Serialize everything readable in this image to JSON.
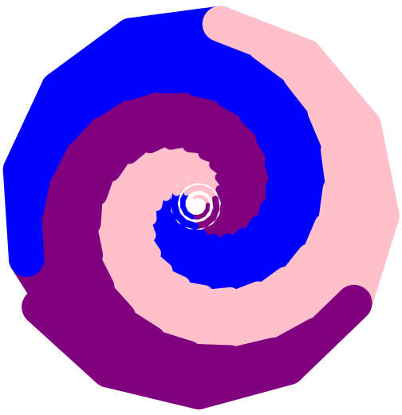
{
  "palette": {
    "background": "#ffffff",
    "colors": [
      "#ffc0cb",
      "#800080",
      "#0000ff"
    ],
    "color_names": [
      "pink",
      "purple",
      "blue"
    ]
  },
  "pattern": {
    "kind": "spiral of rounded stroke segments",
    "sides": 13,
    "segment_count": 260
  }
}
